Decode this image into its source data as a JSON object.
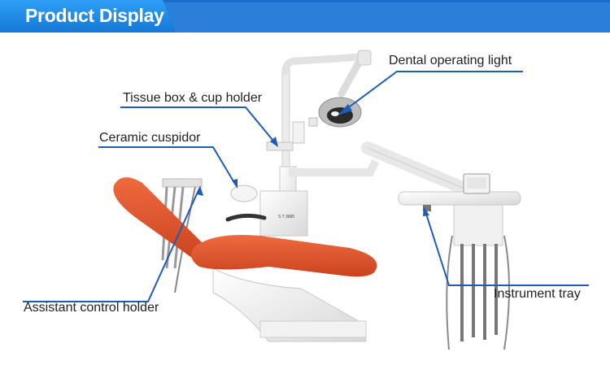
{
  "header": {
    "title": "Product Display",
    "accent": "#1f8fe6"
  },
  "labels": {
    "light": "Dental operating light",
    "tissue": "Tissue box & cup holder",
    "cuspidor": "Ceramic cuspidor",
    "assistant": "Assistant control holder",
    "tray": "Instrument tray"
  },
  "colors": {
    "upholstery": "#e2572f",
    "frame": "#eeeeee",
    "line": "#1e5db3"
  }
}
